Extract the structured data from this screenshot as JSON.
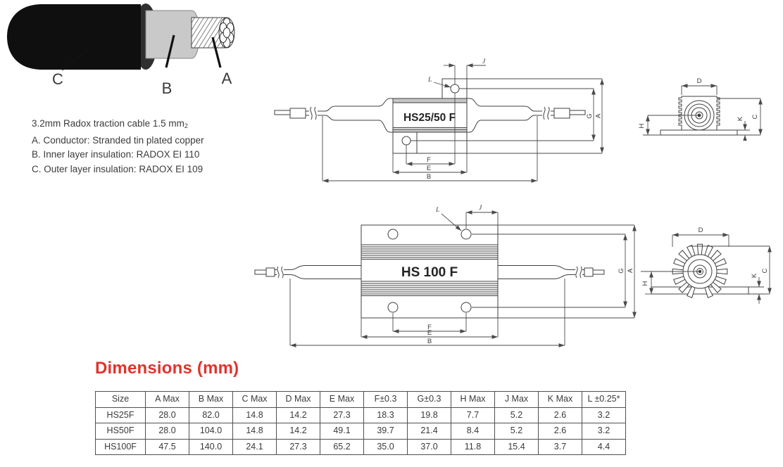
{
  "colors": {
    "accent_red": "#e2332d",
    "line": "#3f3f3f",
    "text": "#3b3b3b"
  },
  "cable_figure": {
    "labels": {
      "a": "A",
      "b": "B",
      "c": "C"
    }
  },
  "cable_info": {
    "line1_main": "3.2mm Radox traction cable 1.5 mm",
    "line1_sub": "2",
    "line2": "A. Conductor: Stranded tin plated copper",
    "line3": "B. Inner layer insulation: RADOX EI 110",
    "line4": "C. Outer layer insulation: RADOX EI 109"
  },
  "drawing_hs25_50": {
    "part_label": "HS25/50 F",
    "dims": {
      "j": "J",
      "l": "L",
      "g": "G",
      "a": "A",
      "f": "F",
      "e": "E",
      "b": "B"
    }
  },
  "end_view_hs25_50": {
    "dims": {
      "d": "D",
      "h": "H",
      "k": "K",
      "c": "C"
    }
  },
  "drawing_hs100": {
    "part_label": "HS 100 F",
    "dims": {
      "j": "J",
      "l": "L",
      "g": "G",
      "a": "A",
      "f": "F",
      "e": "E",
      "b": "B"
    }
  },
  "end_view_hs100": {
    "dims": {
      "d": "D",
      "h": "H",
      "k": "K",
      "c": "C"
    }
  },
  "dimensions_section": {
    "heading": "Dimensions (mm)",
    "table": {
      "headers": [
        "Size",
        "A Max",
        "B Max",
        "C Max",
        "D Max",
        "E Max",
        "F±0.3",
        "G±0.3",
        "H Max",
        "J Max",
        "K Max",
        "L ±0.25*"
      ],
      "rows": [
        [
          "HS25F",
          "28.0",
          "82.0",
          "14.8",
          "14.2",
          "27.3",
          "18.3",
          "19.8",
          "7.7",
          "5.2",
          "2.6",
          "3.2"
        ],
        [
          "HS50F",
          "28.0",
          "104.0",
          "14.8",
          "14.2",
          "49.1",
          "39.7",
          "21.4",
          "8.4",
          "5.2",
          "2.6",
          "3.2"
        ],
        [
          "HS100F",
          "47.5",
          "140.0",
          "24.1",
          "27.3",
          "65.2",
          "35.0",
          "37.0",
          "11.8",
          "15.4",
          "3.7",
          "4.4"
        ]
      ]
    }
  }
}
